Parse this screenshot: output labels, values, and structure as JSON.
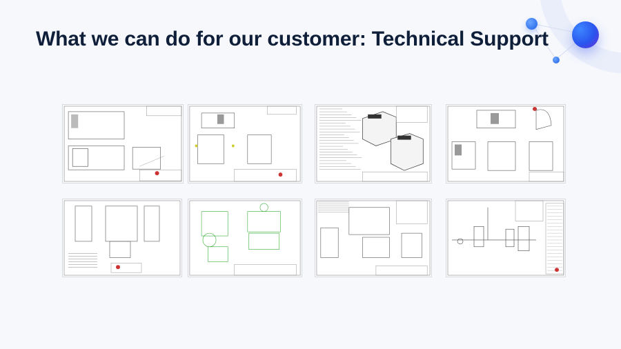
{
  "slide": {
    "title": "What we can do for our customer: Technical Support",
    "accent_color": "#2a55ee",
    "title_color": "#0f1f3a"
  },
  "drawings": [
    {
      "name": "drawing-enclosure-dimensions-1"
    },
    {
      "name": "drawing-enclosure-dimensions-2"
    },
    {
      "name": "drawing-3d-views-with-notes"
    },
    {
      "name": "drawing-enclosure-dimensions-3"
    },
    {
      "name": "drawing-cabinet-layout"
    },
    {
      "name": "drawing-compressor-assembly"
    },
    {
      "name": "drawing-installation-layout"
    },
    {
      "name": "drawing-piping-schematic"
    }
  ]
}
